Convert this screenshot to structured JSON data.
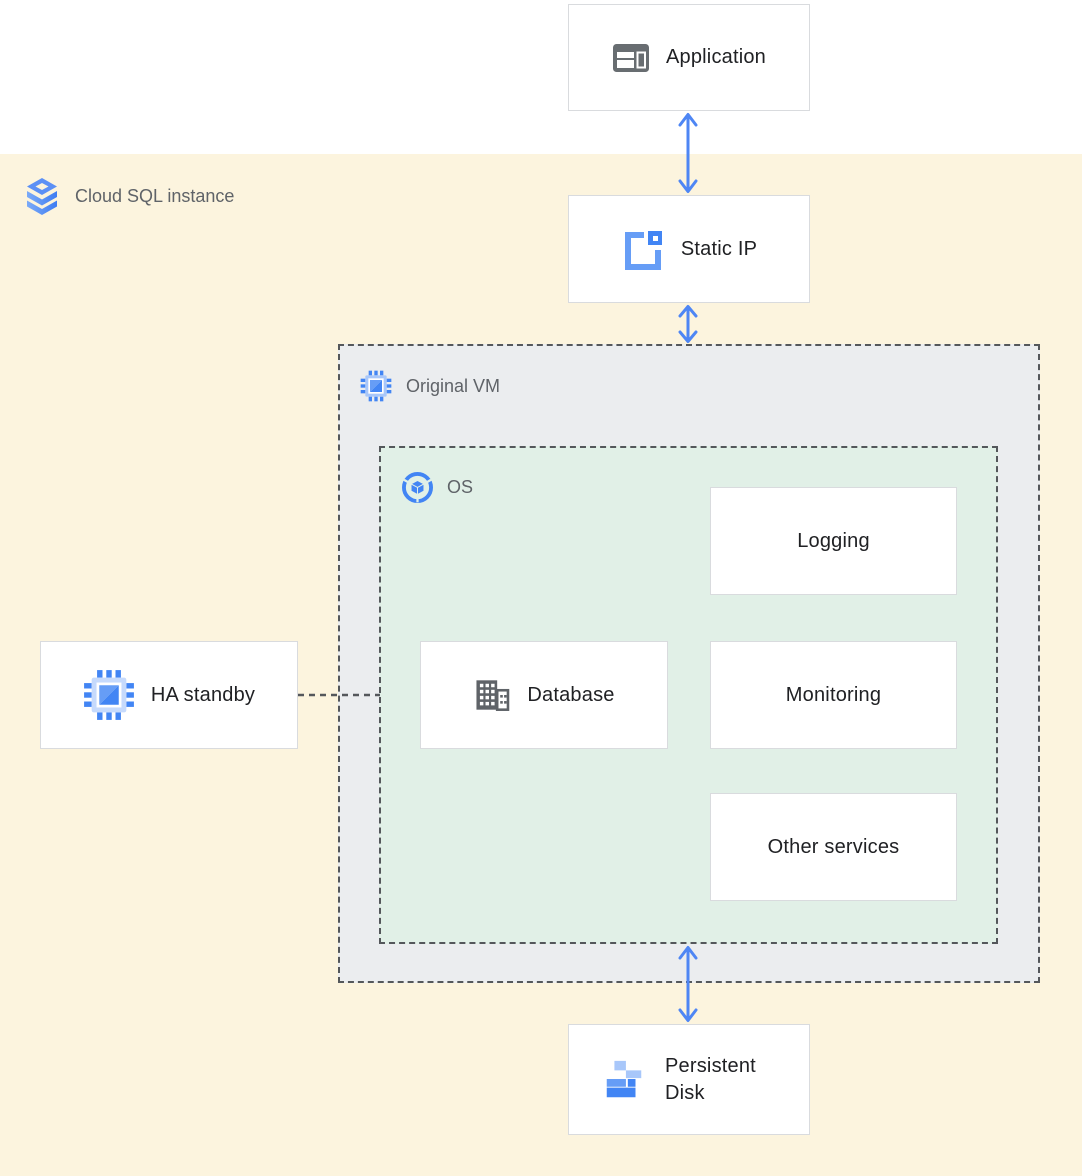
{
  "diagram": {
    "zone": {
      "label": "Cloud SQL instance",
      "icon": "cloud-sql-icon",
      "background": "#FCF4DE"
    },
    "containers": {
      "original_vm": {
        "label": "Original VM",
        "icon": "compute-engine-icon",
        "fill": "#EBEDEF"
      },
      "os": {
        "label": "OS",
        "icon": "os-icon",
        "fill": "#E1F0E7"
      }
    },
    "nodes": {
      "application": {
        "label": "Application",
        "icon": "application-window-icon"
      },
      "static_ip": {
        "label": "Static IP",
        "icon": "static-ip-icon"
      },
      "logging": {
        "label": "Logging"
      },
      "database": {
        "label": "Database",
        "icon": "database-building-icon"
      },
      "monitoring": {
        "label": "Monitoring"
      },
      "other_services": {
        "label": "Other services"
      },
      "ha_standby": {
        "label": "HA standby",
        "icon": "compute-engine-icon"
      },
      "persistent_disk": {
        "label": "Persistent Disk",
        "icon": "persistent-disk-icon"
      }
    },
    "connections": [
      {
        "from": "application",
        "to": "static_ip",
        "style": "double-arrow"
      },
      {
        "from": "static_ip",
        "to": "original_vm",
        "style": "double-arrow"
      },
      {
        "from": "os",
        "to": "persistent_disk",
        "style": "double-arrow"
      },
      {
        "from": "ha_standby",
        "to": "original_vm",
        "style": "dashed-line"
      }
    ],
    "colors": {
      "arrow_blue": "#4E86F4",
      "zone_background": "#FCF4DE",
      "vm_fill": "#EBEDEF",
      "os_fill": "#E1F0E7",
      "card_border": "#D9DBDE",
      "dashed_border": "#54575B",
      "container_label_text": "#5F6368",
      "card_text": "#202124",
      "icon_blue": "#4285F4",
      "icon_blue_mid": "#669DF6",
      "icon_blue_light": "#A8C7FA",
      "icon_gray": "#5F6368"
    }
  }
}
